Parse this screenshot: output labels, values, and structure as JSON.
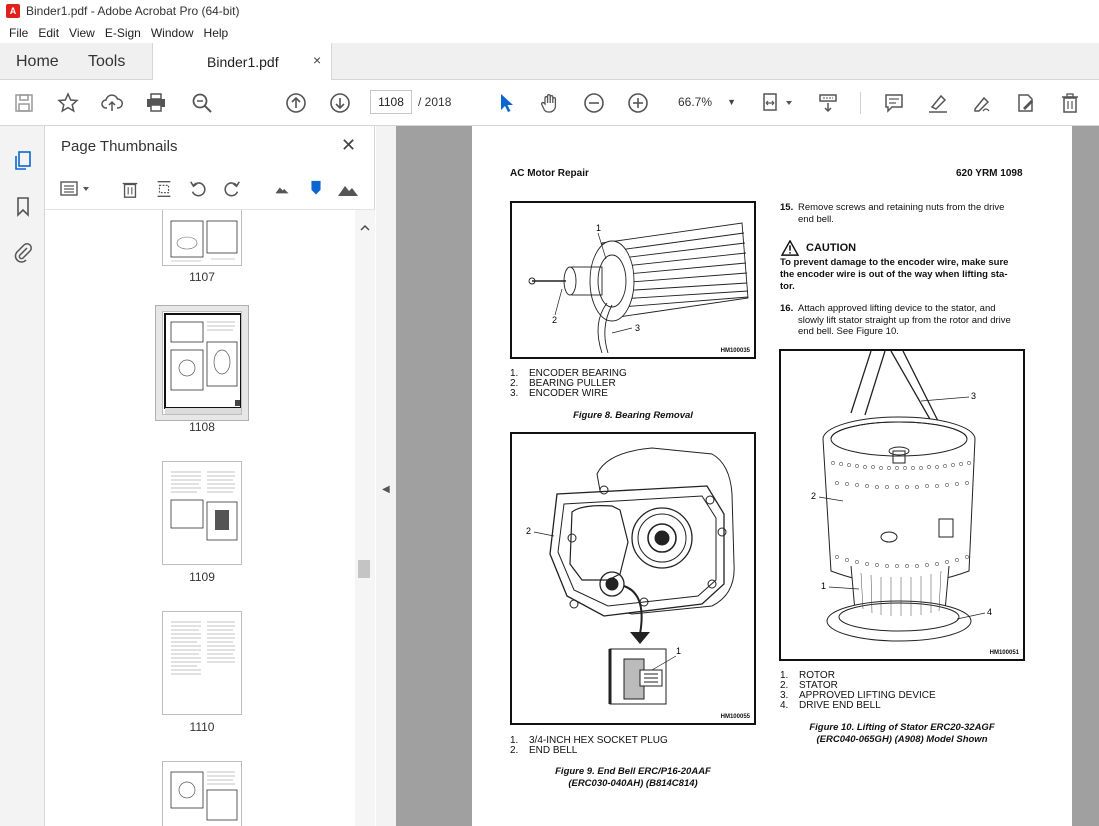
{
  "window": {
    "title": "Binder1.pdf - Adobe Acrobat Pro (64-bit)"
  },
  "menu": [
    "File",
    "Edit",
    "View",
    "E-Sign",
    "Window",
    "Help"
  ],
  "tabs": {
    "home": "Home",
    "tools": "Tools",
    "document": "Binder1.pdf",
    "close": "×"
  },
  "toolbar": {
    "page_current": "1108",
    "page_total": "/  2018",
    "zoom": "66.7%"
  },
  "thumbnails": {
    "title": "Page Thumbnails",
    "close": "✕",
    "pages": [
      {
        "label": "1107"
      },
      {
        "label": "1108",
        "selected": true
      },
      {
        "label": "1109"
      },
      {
        "label": "1110"
      },
      {
        "label": ""
      }
    ]
  },
  "document": {
    "header_left": "AC Motor Repair",
    "header_right": "620 YRM 1098",
    "fig8": {
      "id": "HM100035",
      "callouts": [
        "1",
        "2",
        "3"
      ],
      "legend": [
        {
          "n": "1.",
          "text": "ENCODER BEARING"
        },
        {
          "n": "2.",
          "text": "BEARING PULLER"
        },
        {
          "n": "3.",
          "text": "ENCODER WIRE"
        }
      ],
      "caption": "Figure 8.  Bearing Removal"
    },
    "fig9": {
      "id": "HM100055",
      "callouts": [
        "2",
        "1"
      ],
      "legend": [
        {
          "n": "1.",
          "text": "3/4-INCH HEX SOCKET PLUG"
        },
        {
          "n": "2.",
          "text": "END BELL"
        }
      ],
      "caption_line1": "Figure 9.  End Bell ERC/P16-20AAF",
      "caption_line2": "(ERC030-040AH) (B814C814)"
    },
    "step15": {
      "num": "15.",
      "text_line1": "Remove screws and retaining nuts from the drive",
      "text_line2": "end bell."
    },
    "caution": {
      "title": "CAUTION",
      "line1": "To prevent damage to the encoder wire, make sure",
      "line2": "the encoder wire is out of the way when lifting sta-",
      "line3": "tor."
    },
    "step16": {
      "num": "16.",
      "line1": "Attach approved lifting device to the stator, and",
      "line2": "slowly lift stator straight up from the rotor and drive",
      "line3": "end bell.  See Figure 10."
    },
    "fig10": {
      "id": "HM100051",
      "callouts": [
        "3",
        "2",
        "1",
        "4"
      ],
      "legend": [
        {
          "n": "1.",
          "text": "ROTOR"
        },
        {
          "n": "2.",
          "text": "STATOR"
        },
        {
          "n": "3.",
          "text": "APPROVED LIFTING DEVICE"
        },
        {
          "n": "4.",
          "text": "DRIVE END BELL"
        }
      ],
      "caption_line1": "Figure 10.  Lifting of Stator ERC20-32AGF",
      "caption_line2": "(ERC040-065GH) (A908) Model Shown"
    }
  },
  "colors": {
    "accent": "#0d66d0",
    "app_red": "#e0211b",
    "doc_bg": "#a0a0a0"
  }
}
